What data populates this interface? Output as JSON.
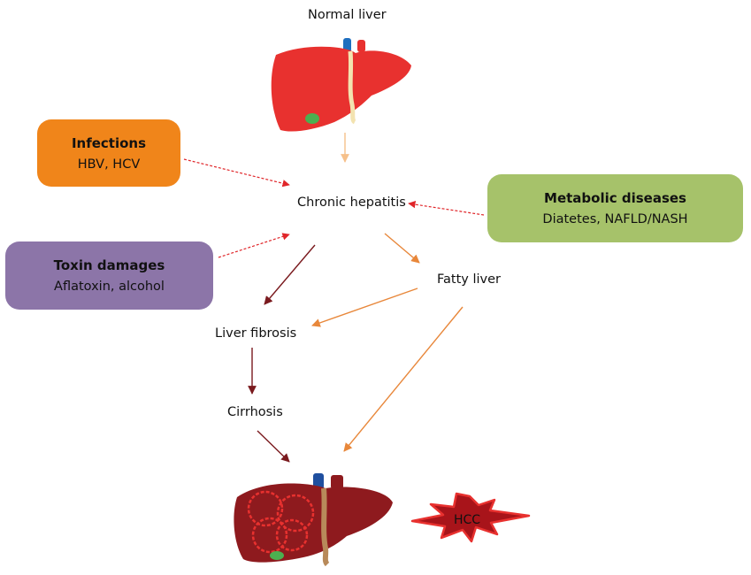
{
  "nodes": {
    "normal_liver": "Normal liver",
    "chronic_hepatitis": "Chronic hepatitis",
    "fatty_liver": "Fatty liver",
    "liver_fibrosis": "Liver fibrosis",
    "cirrhosis": "Cirrhosis",
    "hcc": "HCC"
  },
  "boxes": {
    "infections": {
      "title": "Infections",
      "detail": "HBV, HCV",
      "color": "#F0851A"
    },
    "metabolic": {
      "title": "Metabolic diseases",
      "detail": "Diatetes, NAFLD/NASH",
      "color": "#A6C26A"
    },
    "toxin": {
      "title": "Toxin damages",
      "detail": "Aflatoxin, alcohol",
      "color": "#8C75A8"
    }
  },
  "colors": {
    "liver_normal": "#E8312F",
    "liver_diseased": "#8E1A1E",
    "arrow_dashed": "#E0262A",
    "arrow_dark": "#7A1A1E",
    "arrow_orange": "#E8873A",
    "arrow_light": "#F6C08A",
    "hcc_fill": "#A8141A",
    "hcc_stroke": "#E8312F"
  }
}
